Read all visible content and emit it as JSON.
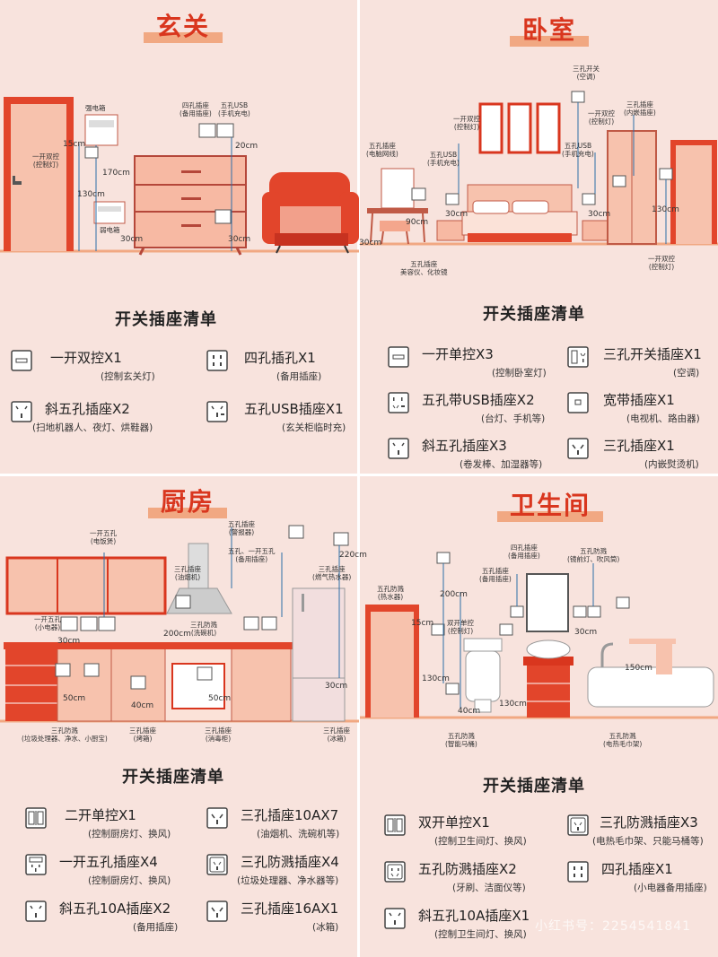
{
  "sections": {
    "entry": {
      "title": "玄关",
      "list_title": "开关插座清单",
      "labels": {
        "strong": "强电箱",
        "weak": "弱电箱",
        "switch2": "一开双控\n(控制灯)",
        "four": "四孔插座\n(备用插座)",
        "usb": "五孔USB\n(手机充电)"
      },
      "dims": {
        "d15": "15cm",
        "d170": "170cm",
        "d130": "130cm",
        "d30a": "30cm",
        "d20": "20cm",
        "d30b": "30cm"
      },
      "items": [
        {
          "name": "一开双控X1",
          "sub": "(控制玄关灯)",
          "icon": "single-switch-icon"
        },
        {
          "name": "四孔插孔X1",
          "sub": "(备用插座)",
          "icon": "four-hole-socket-icon"
        },
        {
          "name": "斜五孔插座X2",
          "sub": "(扫地机器人、夜灯、烘鞋器)",
          "icon": "slant-five-socket-icon"
        },
        {
          "name": "五孔USB插座X1",
          "sub": "(玄关柜临时充)",
          "icon": "usb-five-socket-icon"
        }
      ]
    },
    "bedroom": {
      "title": "卧室",
      "list_title": "开关插座清单",
      "labels": {
        "ac": "三孔开关\n(空调)",
        "ctrl": "一开双控\n(控制灯)",
        "net": "五孔插座\n(电脑网线)",
        "usb1": "五孔USB\n(手机充电)",
        "ctrl2": "一开双控\n(控制灯)",
        "inner": "三孔插座\n(内嵌插座)",
        "usb2": "五孔USB\n(手机充电)",
        "beauty": "五孔插座\n美容仪、化妆镜",
        "ctrl3": "一开双控\n(控制灯)"
      },
      "dims": {
        "d90": "90cm",
        "d30a": "30cm",
        "d30b": "30cm",
        "d30c": "30cm",
        "d130": "130cm"
      },
      "items": [
        {
          "name": "一开单控X3",
          "sub": "(控制卧室灯)",
          "icon": "single-switch-icon"
        },
        {
          "name": "三孔开关插座X1",
          "sub": "(空调)",
          "icon": "three-switch-socket-icon"
        },
        {
          "name": "五孔带USB插座X2",
          "sub": "(台灯、手机等)",
          "icon": "usb-five-socket-icon"
        },
        {
          "name": "宽带插座X1",
          "sub": "(电视机、路由器)",
          "icon": "broadband-socket-icon"
        },
        {
          "name": "斜五孔插座X3",
          "sub": "(卷发棒、加湿器等)",
          "icon": "slant-five-socket-icon"
        },
        {
          "name": "三孔插座X1",
          "sub": "(内嵌熨烫机)",
          "icon": "three-hole-socket-icon"
        }
      ]
    },
    "kitchen": {
      "title": "厨房",
      "list_title": "开关插座清单",
      "labels": {
        "rice": "一开五孔\n(电饭煲)",
        "hood": "三孔插座\n(油烟机)",
        "alarm": "五孔插座\n(警报器)",
        "spare": "五孔、一开五孔\n(备用插座)",
        "heater": "三孔插座\n(燃气热水器)",
        "small": "一开五孔\n(小电器)",
        "dish": "三孔防溅\n(洗碗机)",
        "waste": "三孔防溅\n(垃圾处理器、净水、小厨宝)",
        "oven": "三孔插座\n(烤箱)",
        "disinfect": "三孔插座\n(消毒柜)",
        "fridge": "三孔插座\n(冰箱)"
      },
      "dims": {
        "d30a": "30cm",
        "d200": "200cm",
        "d220": "220cm",
        "d50a": "50cm",
        "d40": "40cm",
        "d50b": "50cm",
        "d30b": "30cm"
      },
      "items": [
        {
          "name": "二开单控X1",
          "sub": "(控制厨房灯、换风)",
          "icon": "double-switch-icon"
        },
        {
          "name": "三孔插座10AX7",
          "sub": "(油烟机、洗碗机等)",
          "icon": "three-hole-socket-icon"
        },
        {
          "name": "一开五孔插座X4",
          "sub": "(控制厨房灯、换风)",
          "icon": "switch-five-socket-icon"
        },
        {
          "name": "三孔防溅插座X4",
          "sub": "(垃圾处理器、净水器等)",
          "icon": "splash-three-socket-icon"
        },
        {
          "name": "斜五孔10A插座X2",
          "sub": "(备用插座)",
          "icon": "slant-five-socket-icon"
        },
        {
          "name": "三孔插座16AX1",
          "sub": "(冰箱)",
          "icon": "three-hole-socket-icon"
        }
      ]
    },
    "bathroom": {
      "title": "卫生间",
      "list_title": "开关插座清单",
      "labels": {
        "heater": "五孔防溅\n(热水器)",
        "spare": "四孔插座\n(备用插座)",
        "spare2": "五孔插座\n(备用插座)",
        "mirror": "五孔防溅\n(镜前灯、吹风筒)",
        "ctrl": "双开单控\n(控制灯)",
        "toilet": "五孔防溅\n(智能马桶)",
        "towel": "五孔防溅\n(电热毛巾架)"
      },
      "dims": {
        "d200": "200cm",
        "d15": "15cm",
        "d130a": "130cm",
        "d40": "40cm",
        "d130b": "130cm",
        "d30": "30cm",
        "d150": "150cm"
      },
      "items": [
        {
          "name": "双开单控X1",
          "sub": "(控制卫生间灯、换风)",
          "icon": "double-switch-icon"
        },
        {
          "name": "三孔防溅插座X3",
          "sub": "(电热毛巾架、只能马桶等)",
          "icon": "splash-three-socket-icon"
        },
        {
          "name": "五孔防溅插座X2",
          "sub": "(牙刷、洁面仪等)",
          "icon": "splash-five-socket-icon"
        },
        {
          "name": "四孔插座X1",
          "sub": "(小电器备用插座)",
          "icon": "four-hole-socket-icon"
        },
        {
          "name": "斜五孔10A插座X1",
          "sub": "(控制卫生间灯、换风)",
          "icon": "slant-five-socket-icon"
        }
      ]
    }
  },
  "watermark": "小红书号：2254541841",
  "colors": {
    "bg": "#f8e3dd",
    "red": "#d9361e",
    "furniture": "#f4a68c",
    "wire": "#2d6fa8"
  }
}
